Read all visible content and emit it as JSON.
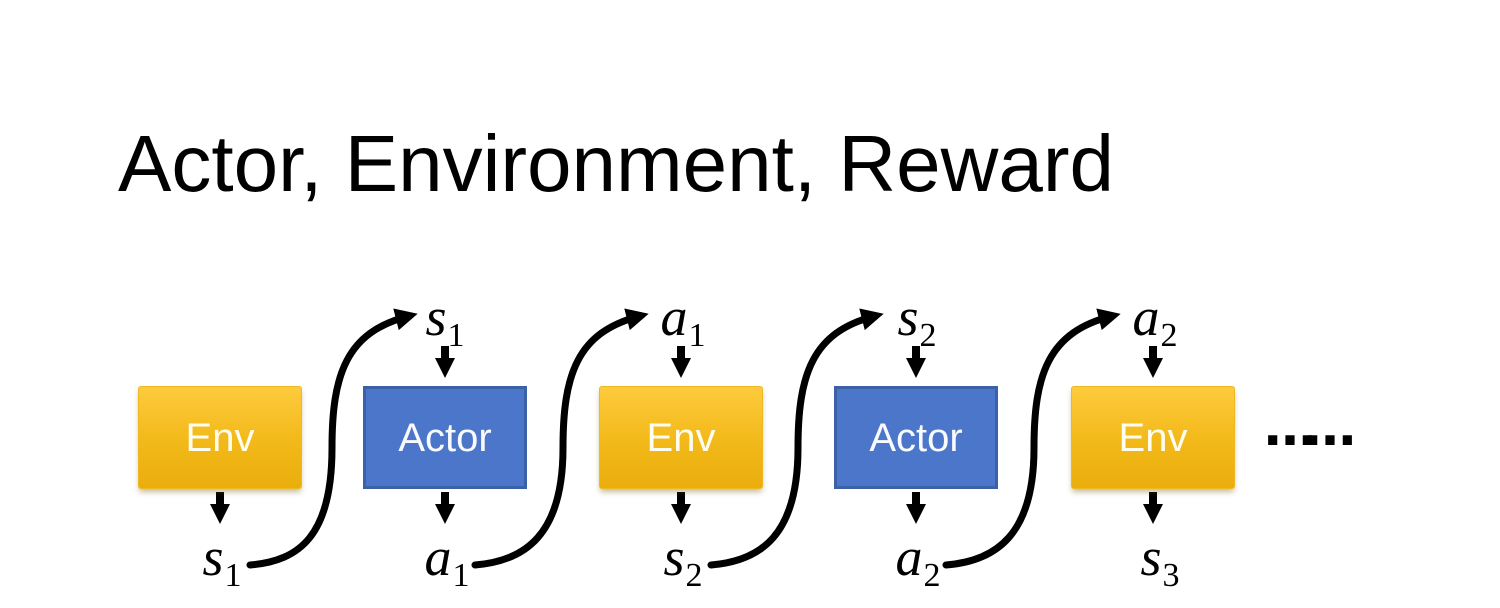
{
  "title": "Actor, Environment, Reward",
  "boxes": [
    {
      "label": "Env",
      "type": "env"
    },
    {
      "label": "Actor",
      "type": "actor"
    },
    {
      "label": "Env",
      "type": "env"
    },
    {
      "label": "Actor",
      "type": "actor"
    },
    {
      "label": "Env",
      "type": "env"
    }
  ],
  "labels": {
    "top": [
      {
        "base": "s",
        "sub": "1"
      },
      {
        "base": "a",
        "sub": "1"
      },
      {
        "base": "s",
        "sub": "2"
      },
      {
        "base": "a",
        "sub": "2"
      }
    ],
    "bottom": [
      {
        "base": "s",
        "sub": "1"
      },
      {
        "base": "a",
        "sub": "1"
      },
      {
        "base": "s",
        "sub": "2"
      },
      {
        "base": "a",
        "sub": "2"
      },
      {
        "base": "s",
        "sub": "3"
      }
    ]
  },
  "ellipsis": "……",
  "colors": {
    "env_gradient_top": "#FDCB3D",
    "env_gradient_bottom": "#EAAE0C",
    "actor_fill": "#4C76C9",
    "actor_border": "#3B61A6",
    "arrow": "#000000",
    "title_text": "#000000"
  }
}
